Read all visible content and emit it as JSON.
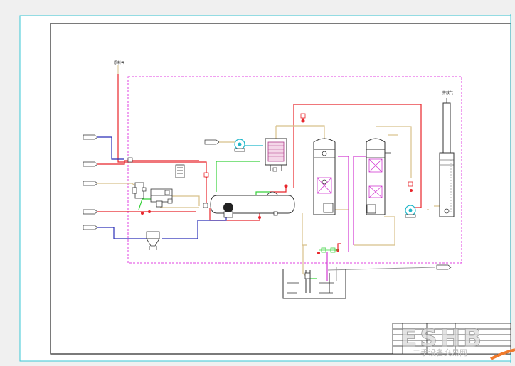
{
  "diagram": {
    "tag_top_inlet": "原料气",
    "tag_stack": "排放气",
    "watermark_text": "二手设备交易网",
    "watermark_logo": "ESHB",
    "colors": {
      "page": "#ffffff",
      "outer_frame": "#39c7d6",
      "inner_frame": "#222222",
      "boundary": "#e040e0",
      "red": "#e8252b",
      "blue": "#2b2fb8",
      "tan": "#d8c08a",
      "green": "#36d13a",
      "cyan": "#1fb7c9",
      "magenta": "#d23ad2",
      "equipment": "#333333"
    }
  }
}
